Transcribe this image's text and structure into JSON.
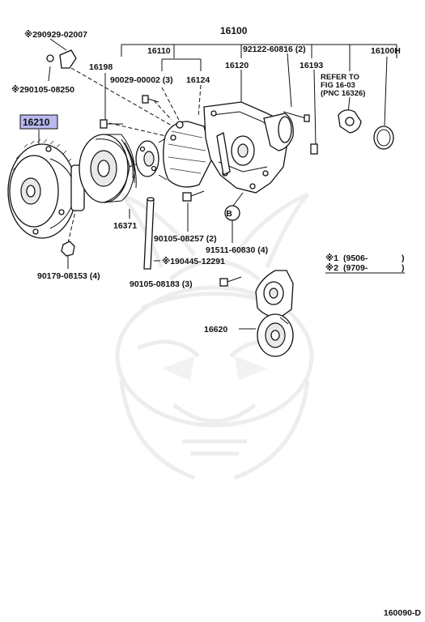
{
  "diagram": {
    "code": "160090-D",
    "labels": {
      "p16100": "16100",
      "p16100H": "16100H",
      "p16110": "16110",
      "p16124": "16124",
      "p16120": "16120",
      "p16193": "16193",
      "p16198": "16198",
      "p16210": "16210",
      "p16371": "16371",
      "p16620": "16620",
      "p90029": "90029-00002 (3)",
      "p92122": "92122-60816 (2)",
      "p290929": "※290929-02007",
      "p290105": "※290105-08250",
      "p90105_08257": "90105-08257 (2)",
      "p91511": "91511-60830 (4)",
      "p90179": "90179-08153 (4)",
      "p190445": "※190445-12291",
      "p90105_08183": "90105-08183 (3)",
      "refer1": "REFER TO",
      "refer2": "FIG 16-03",
      "refer3": "(PNC 16326)",
      "circleB": "B"
    },
    "notes": [
      {
        "mark": "※1",
        "text": "(9506-",
        "close": ")"
      },
      {
        "mark": "※2",
        "text": "(9709-",
        "close": ")"
      }
    ],
    "highlight_color": "#b9b9ee"
  }
}
